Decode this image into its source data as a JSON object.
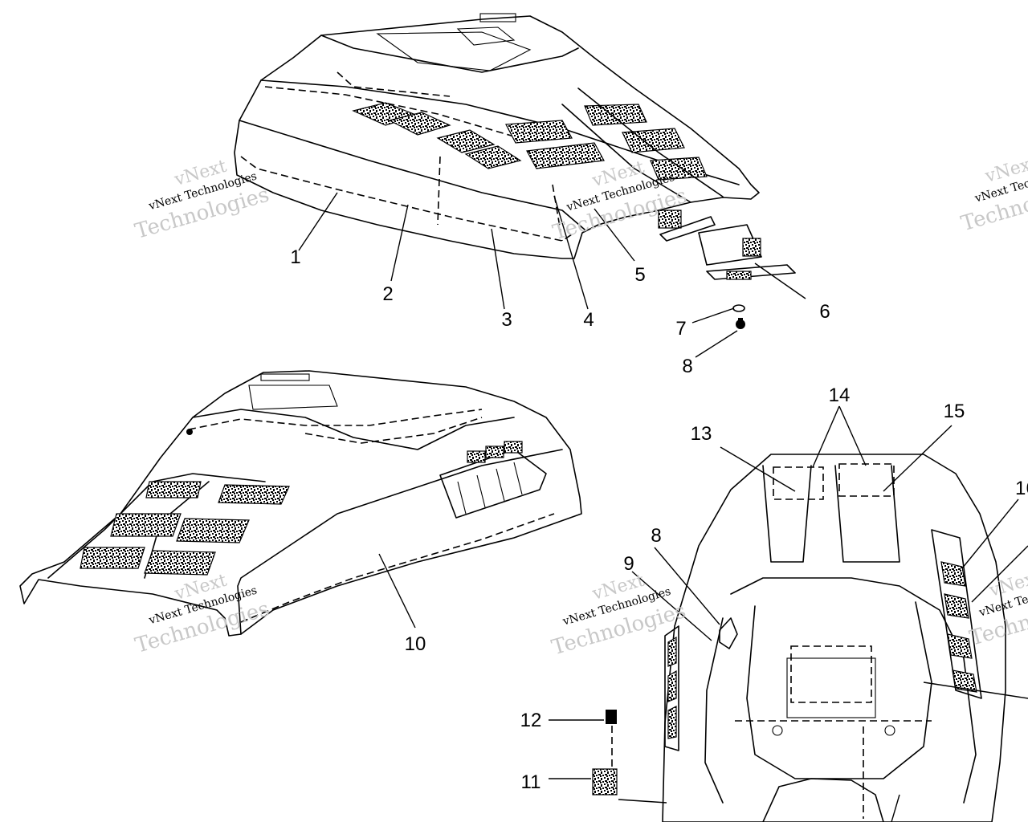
{
  "callouts": {
    "c1": "1",
    "c2": "2",
    "c3": "3",
    "c4": "4",
    "c5": "5",
    "c6": "6",
    "c7": "7",
    "c8a": "8",
    "c8b": "8",
    "c9": "9",
    "c10": "10",
    "c11": "11",
    "c12": "12",
    "c13": "13",
    "c14": "14",
    "c15": "15",
    "c16": "16"
  },
  "watermark": {
    "brand": "vNext",
    "name": "vNext Technologies",
    "word": "Technologies"
  }
}
